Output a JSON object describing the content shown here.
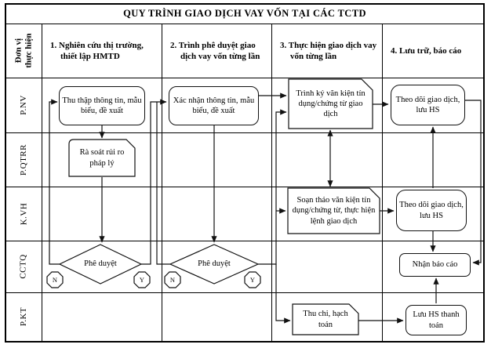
{
  "title": "QUY TRÌNH GIAO DỊCH VAY VỐN TẠI CÁC TCTD",
  "corner_label": "Đơn vị thực hiện",
  "phases": [
    {
      "label": "1. Nghiên cứu thị trường, thiết lập HMTD"
    },
    {
      "label": "2. Trình phê duyệt giao dịch vay vốn từng lần"
    },
    {
      "label": "3. Thực hiện giao dịch vay vốn từng lần"
    },
    {
      "label": "4. Lưu trữ, báo cáo"
    }
  ],
  "lanes": [
    {
      "label": "P.NV"
    },
    {
      "label": "P.QTRR"
    },
    {
      "label": "K.VH"
    },
    {
      "label": "CCTQ"
    },
    {
      "label": "P.KT"
    }
  ],
  "nodes": {
    "thu_thap": {
      "label": "Thu thập thông tin, mẫu biểu, đề xuất"
    },
    "xac_nhan": {
      "label": "Xác nhận thông tin, mẫu biểu, đề xuất"
    },
    "trinh_ky": {
      "label": "Trình ký văn kiện tín dụng/chứng từ giao dịch"
    },
    "theo_doi_pnv": {
      "label": "Theo dõi giao dịch, lưu HS"
    },
    "ra_soat": {
      "label": "Rà soát rủi ro pháp lý"
    },
    "soan_thao": {
      "label": "Soạn thảo văn kiện tín dụng/chứng từ, thực hiện lệnh giao dịch"
    },
    "theo_doi_kvh": {
      "label": "Theo dõi giao dịch, lưu HS"
    },
    "nhan_bao_cao": {
      "label": "Nhận báo cáo"
    },
    "thu_chi": {
      "label": "Thu chi, hạch toán"
    },
    "luu_hs": {
      "label": "Lưu HS thanh toán"
    }
  },
  "decisions": {
    "d1": {
      "label": "Phê duyệt",
      "no": "N",
      "yes": "Y"
    },
    "d2": {
      "label": "Phê duyệt",
      "no": "N",
      "yes": "Y"
    }
  },
  "colors": {
    "line": "#111111",
    "paper": "#ffffff",
    "text": "#000000"
  }
}
